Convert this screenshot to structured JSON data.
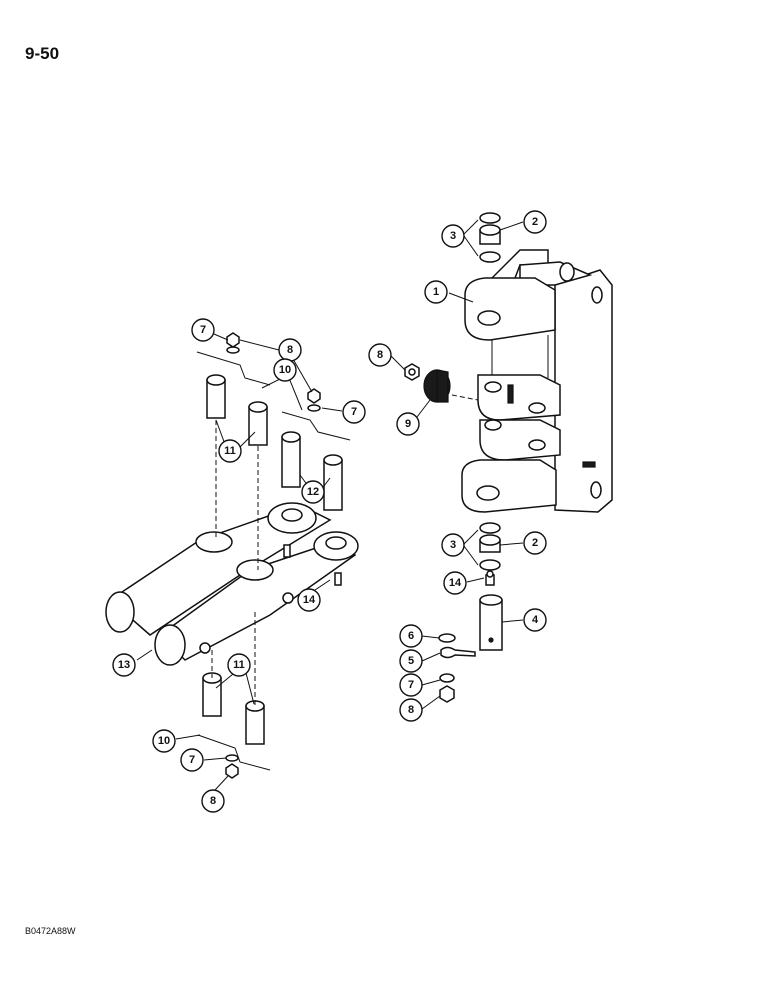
{
  "page": {
    "number": "9-50",
    "drawing_code": "B0472A88W"
  },
  "callouts": [
    {
      "id": "c1",
      "label": "1"
    },
    {
      "id": "c2a",
      "label": "2"
    },
    {
      "id": "c3a",
      "label": "3"
    },
    {
      "id": "c8a",
      "label": "8"
    },
    {
      "id": "c9",
      "label": "9"
    },
    {
      "id": "c3b",
      "label": "3"
    },
    {
      "id": "c2b",
      "label": "2"
    },
    {
      "id": "c14a",
      "label": "14"
    },
    {
      "id": "c4",
      "label": "4"
    },
    {
      "id": "c6",
      "label": "6"
    },
    {
      "id": "c5",
      "label": "5"
    },
    {
      "id": "c7a",
      "label": "7"
    },
    {
      "id": "c8b",
      "label": "8"
    },
    {
      "id": "c7b",
      "label": "7"
    },
    {
      "id": "c8c",
      "label": "8"
    },
    {
      "id": "c10a",
      "label": "10"
    },
    {
      "id": "c7c",
      "label": "7"
    },
    {
      "id": "c11a",
      "label": "11"
    },
    {
      "id": "c12",
      "label": "12"
    },
    {
      "id": "c14b",
      "label": "14"
    },
    {
      "id": "c13",
      "label": "13"
    },
    {
      "id": "c11b",
      "label": "11"
    },
    {
      "id": "c10b",
      "label": "10"
    },
    {
      "id": "c7d",
      "label": "7"
    },
    {
      "id": "c8d",
      "label": "8"
    }
  ]
}
